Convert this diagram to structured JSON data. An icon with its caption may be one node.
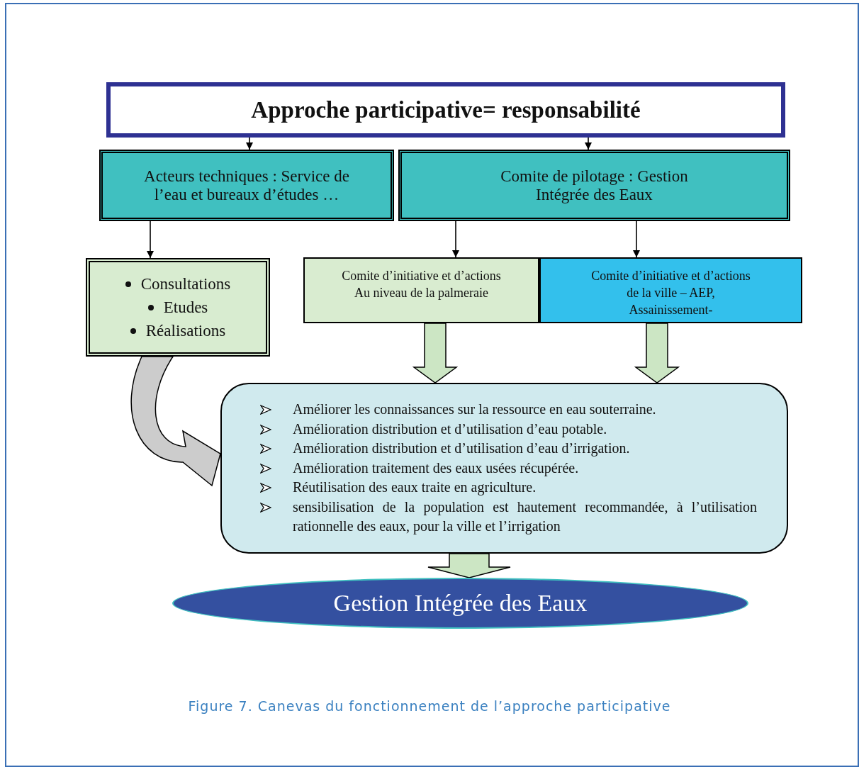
{
  "diagram": {
    "caption": "Figure 7. Canevas du fonctionnement de l’approche participative",
    "nodes": [
      {
        "text": [
          "Approche participative= responsabilité"
        ]
      },
      {
        "text": [
          "Acteurs techniques : Service de l’eau et bureaux d’études …"
        ]
      },
      {
        "text": [
          "Comite de pilotage : Gestion Intégrée des Eaux"
        ]
      },
      {
        "text": [
          "Consultations",
          "Etudes",
          "Réalisations"
        ]
      },
      {
        "text": [
          "Comite d’initiative et d’actions Au niveau de la palmeraie"
        ]
      },
      {
        "text": [
          "Comite d’initiative et d’actions de la ville – AEP, Assainissement-"
        ]
      },
      {
        "text": [
          "Améliorer les connaissances sur la ressource en eau souterraine.",
          "Amélioration distribution et d’utilisation d’eau potable.",
          "Amélioration distribution et d’utilisation d’eau d’irrigation.",
          "Amélioration traitement des eaux usées récupérée.",
          "Réutilisation des eaux traite en agriculture.",
          "sensibilisation de la population est hautement recommandée, à l’utilisation rationnelle des eaux, pour la ville et l’irrigation"
        ]
      },
      {
        "text": [
          "Gestion Intégrée des Eaux"
        ]
      }
    ],
    "edges": [
      {
        "from": 0,
        "to": 1,
        "arrow": "to"
      },
      {
        "from": 0,
        "to": 2,
        "arrow": "to"
      },
      {
        "from": 1,
        "to": 3,
        "arrow": "to"
      },
      {
        "from": 2,
        "to": 4,
        "arrow": "to"
      },
      {
        "from": 2,
        "to": 5,
        "arrow": "to"
      },
      {
        "from": 4,
        "to": 6,
        "arrow": "to",
        "style": "thick"
      },
      {
        "from": 5,
        "to": 6,
        "arrow": "to",
        "style": "thick"
      },
      {
        "from": 3,
        "to": 6,
        "arrow": "to",
        "style": "thick",
        "color": "#cccccc"
      },
      {
        "from": 6,
        "to": 7,
        "arrow": "to",
        "style": "thick"
      }
    ]
  }
}
